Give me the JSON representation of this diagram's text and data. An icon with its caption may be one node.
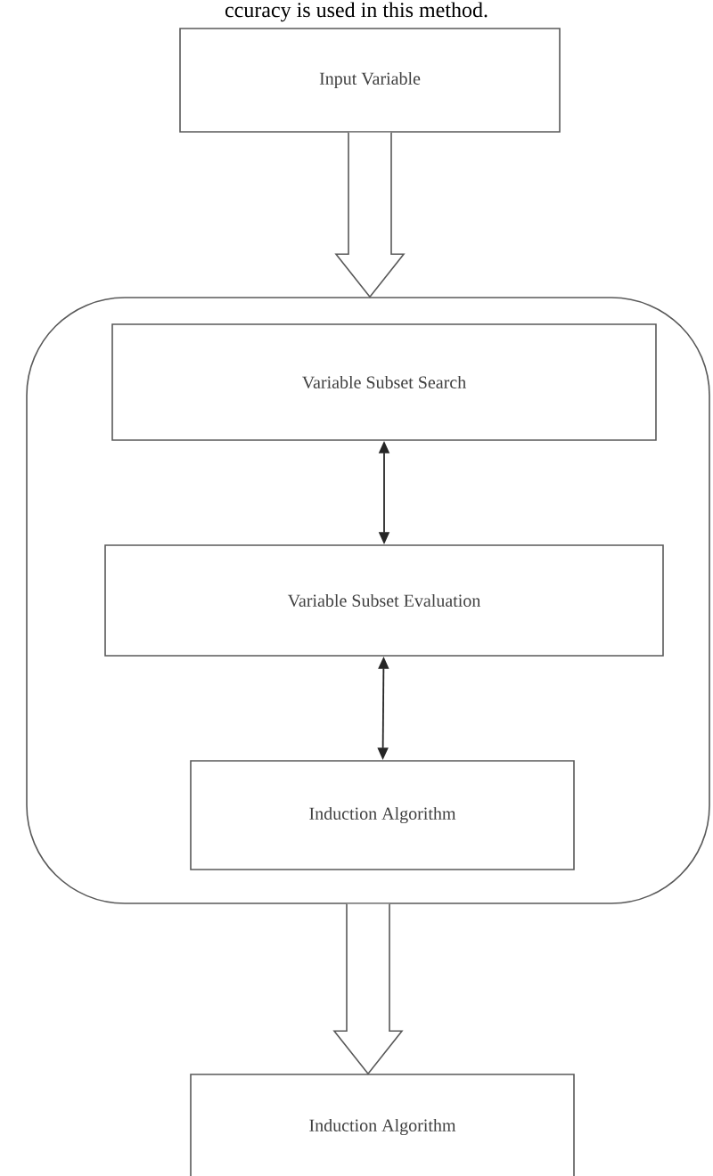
{
  "diagram": {
    "nodes": [
      {
        "text": [
          "Input Variable"
        ]
      },
      {
        "text": [],
        "shape": "box"
      },
      {
        "text": [
          "Variable Subset Search"
        ],
        "in": 1
      },
      {
        "text": [
          "Variable Subset Evaluation"
        ],
        "in": 1
      },
      {
        "text": [
          "Induction Algorithm"
        ],
        "in": 1
      },
      {
        "text": [
          "Induction Algorithm"
        ]
      }
    ],
    "edges": [
      {
        "from": 0,
        "to": 1,
        "arrow": "to",
        "style": "thick"
      },
      {
        "from": 2,
        "to": 3,
        "arrow": "both"
      },
      {
        "from": 3,
        "to": 4,
        "arrow": "both"
      },
      {
        "from": 1,
        "to": 5,
        "arrow": "to",
        "style": "thick"
      }
    ],
    "labels": [
      "ccuracy is used in this method."
    ]
  }
}
